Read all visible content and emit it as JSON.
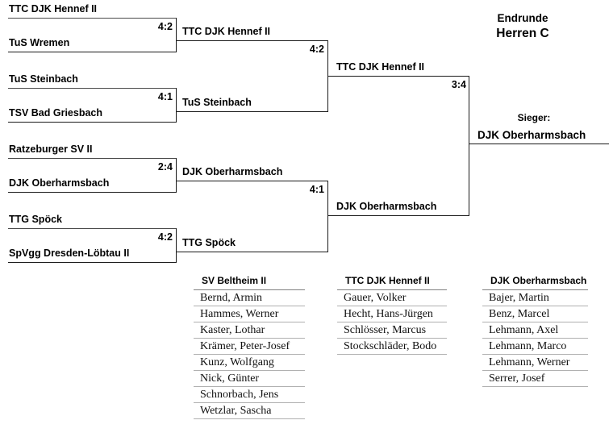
{
  "title": {
    "line1": "Endrunde",
    "line2": "Herren C"
  },
  "winner": {
    "label": "Sieger:",
    "name": "DJK Oberharmsbach"
  },
  "bracket": {
    "round1": [
      {
        "top": "TTC DJK Hennef II",
        "bottom": "TuS Wremen",
        "score": "4:2"
      },
      {
        "top": "TuS Steinbach",
        "bottom": "TSV Bad Griesbach",
        "score": "4:1"
      },
      {
        "top": "Ratzeburger SV II",
        "bottom": "DJK Oberharmsbach",
        "score": "2:4"
      },
      {
        "top": "TTG Spöck",
        "bottom": "SpVgg Dresden-Löbtau II",
        "score": "4:2"
      }
    ],
    "round2": [
      {
        "top": "TTC DJK Hennef II",
        "bottom": "TuS Steinbach",
        "score": "4:2"
      },
      {
        "top": "DJK Oberharmsbach",
        "bottom": "TTG Spöck",
        "score": "4:1"
      }
    ],
    "round3": [
      {
        "top": "TTC DJK Hennef II",
        "bottom": "DJK Oberharmsbach",
        "score": "3:4"
      }
    ]
  },
  "rosters": [
    {
      "team": "SV Beltheim II",
      "players": [
        "Bernd, Armin",
        "Hammes, Werner",
        "Kaster, Lothar",
        "Krämer, Peter-Josef",
        "Kunz, Wolfgang",
        "Nick, Günter",
        "Schnorbach, Jens",
        "Wetzlar, Sascha"
      ]
    },
    {
      "team": "TTC DJK Hennef II",
      "players": [
        "Gauer, Volker",
        "Hecht, Hans-Jürgen",
        "Schlösser, Marcus",
        "Stockschläder, Bodo"
      ]
    },
    {
      "team": "DJK Oberharmsbach",
      "players": [
        "Bajer, Martin",
        "Benz, Marcel",
        "Lehmann, Axel",
        "Lehmann, Marco",
        "Lehmann, Werner",
        "Serrer, Josef"
      ]
    }
  ]
}
